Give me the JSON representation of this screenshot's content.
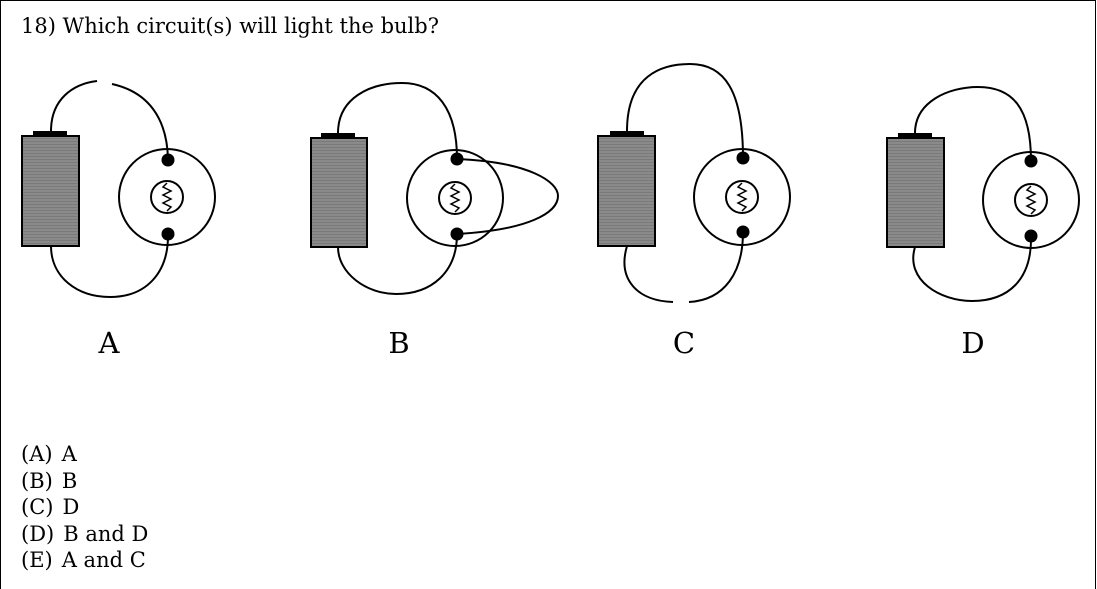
{
  "question": {
    "number": "18)",
    "text": "Which circuit(s) will light the bulb?"
  },
  "circuits": [
    {
      "label": "A"
    },
    {
      "label": "B"
    },
    {
      "label": "C"
    },
    {
      "label": "D"
    }
  ],
  "choices": [
    {
      "key": "(A)",
      "text": "A"
    },
    {
      "key": "(B)",
      "text": "B"
    },
    {
      "key": "(C)",
      "text": "D"
    },
    {
      "key": "(D)",
      "text": "B and D"
    },
    {
      "key": "(E)",
      "text": "A and C"
    }
  ],
  "colors": {
    "battery_fill": "#858585",
    "line": "#000000"
  }
}
